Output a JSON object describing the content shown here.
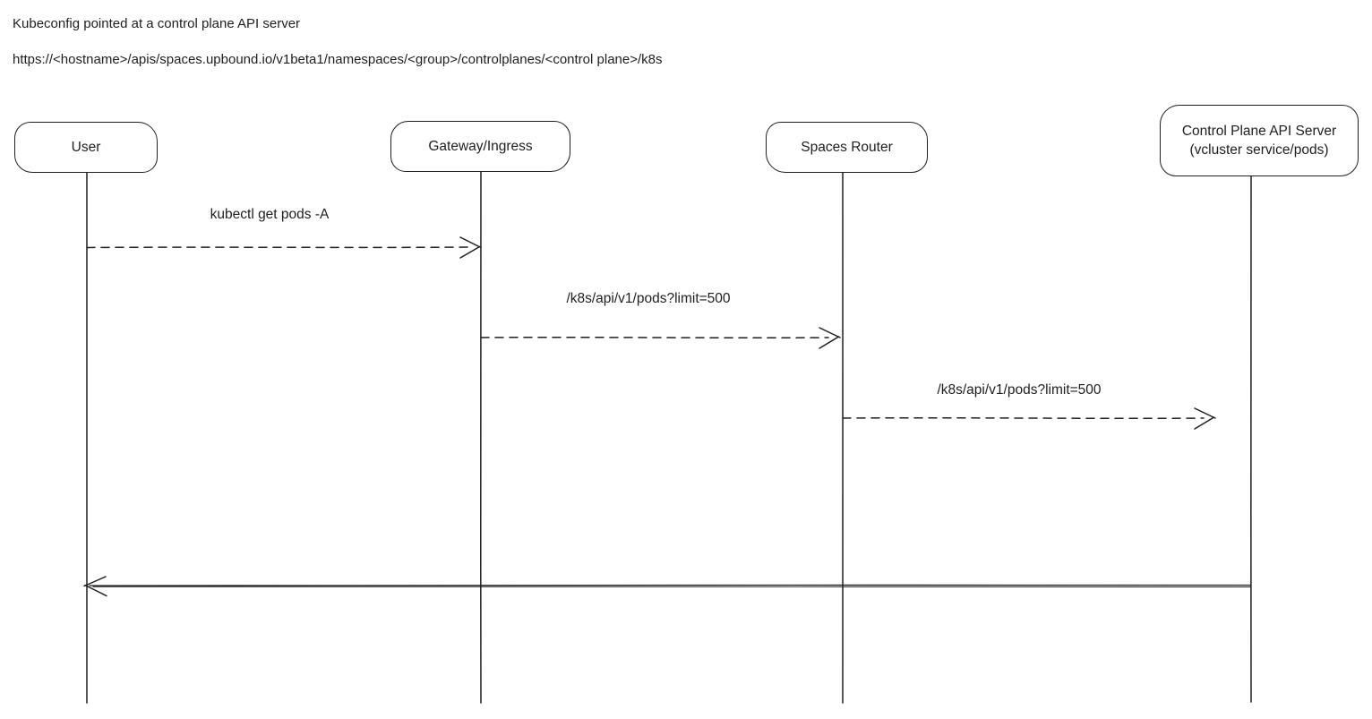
{
  "header": {
    "title": "Kubeconfig pointed at a control plane API server",
    "url": "https://<hostname>/apis/spaces.upbound.io/v1beta1/namespaces/<group>/controlplanes/<control plane>/k8s"
  },
  "diagram": {
    "type": "sequence",
    "style": "hand-drawn",
    "actors": [
      {
        "label": "User"
      },
      {
        "label": "Gateway/Ingress"
      },
      {
        "label": "Spaces Router"
      },
      {
        "label": "Control Plane API Server",
        "sublabel": "(vcluster service/pods)"
      }
    ],
    "messages": [
      {
        "from": "User",
        "to": "Gateway/Ingress",
        "label": "kubectl get pods -A",
        "line_style": "dashed",
        "direction": "right"
      },
      {
        "from": "Gateway/Ingress",
        "to": "Spaces Router",
        "label": "/k8s/api/v1/pods?limit=500",
        "line_style": "dashed",
        "direction": "right"
      },
      {
        "from": "Spaces Router",
        "to": "Control Plane API Server",
        "label": "/k8s/api/v1/pods?limit=500",
        "line_style": "dashed",
        "direction": "right"
      },
      {
        "from": "Control Plane API Server",
        "to": "User",
        "label": "",
        "line_style": "solid",
        "direction": "left"
      }
    ],
    "colors": {
      "stroke": "#1e1e1e",
      "text": "#1e1e1e",
      "background": "#ffffff"
    }
  }
}
